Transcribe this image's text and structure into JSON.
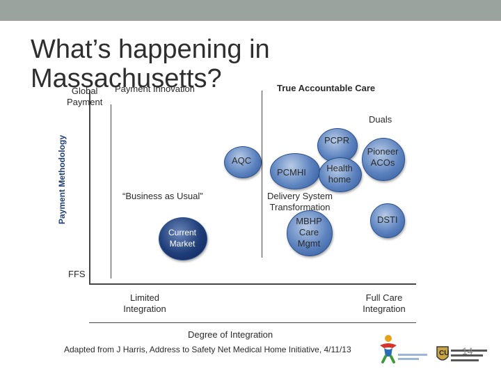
{
  "slide": {
    "title": "What’s happening in\nMassachusetts?",
    "footnote": "Adapted from J Harris, Address to Safety Net Medical Home Initiative, 4/11/13",
    "page_number": "14"
  },
  "axes": {
    "y_title": "Payment Methodology",
    "y_top_label": "Global\nPayment",
    "y_bottom_label": "FFS",
    "x_title": "Degree of Integration",
    "x_left_label": "Limited\nIntegration",
    "x_right_label": "Full Care\nIntegration"
  },
  "column_headers": {
    "middle": "Payment Innovation",
    "right": "True Accountable Care"
  },
  "items": {
    "duals": "Duals",
    "pcpr": "PCPR",
    "aqc": "AQC",
    "pcmhi": "PCMHI",
    "health_home": "Health\nhome",
    "pioneer_acos": "Pioneer\nACOs",
    "business_as_usual": "“Business as Usual”",
    "delivery_system": "Delivery System\nTransformation",
    "dsti": "DSTI",
    "mbhp": "MBHP\nCare\nMgmt",
    "current_market": "Current\nMarket"
  },
  "logos": {
    "childrens": "Children's Hospital Colorado",
    "cu": "University of Colorado School of Medicine"
  },
  "colors": {
    "topbar": "#9aa39e",
    "circle": "#5d83bf",
    "circle_dark": "#1f3d78",
    "axis_title": "#1f3f7a"
  }
}
